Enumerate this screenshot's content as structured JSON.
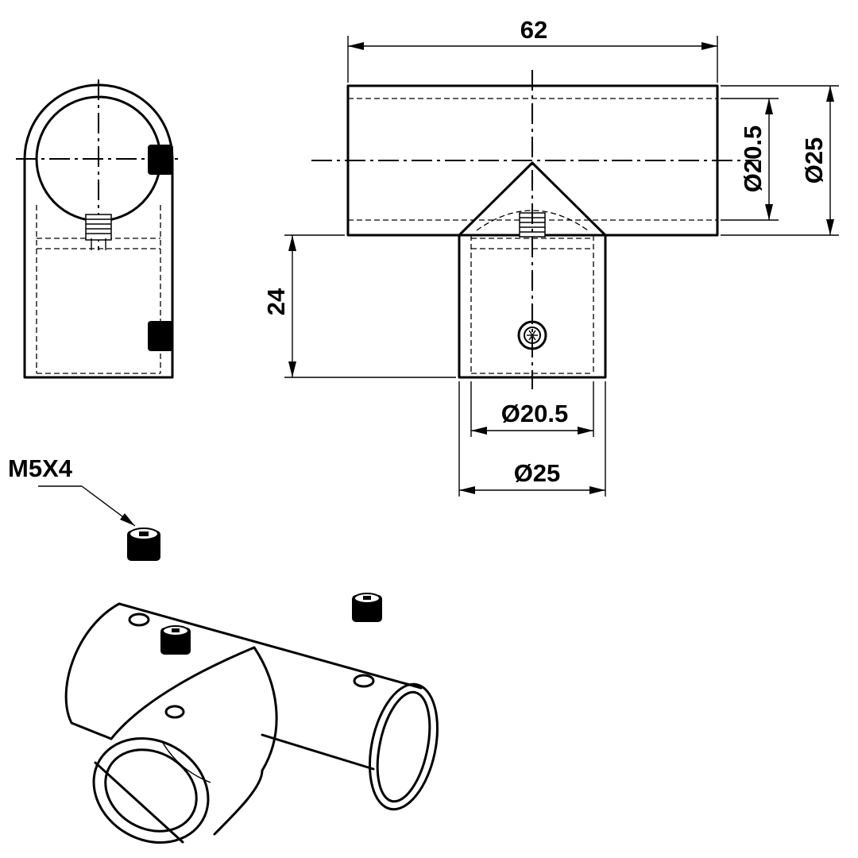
{
  "drawing": {
    "dimensions": {
      "length": "62",
      "branch_height": "24",
      "main_inner_diameter": "Ø20.5",
      "main_outer_diameter": "Ø25",
      "branch_inner_diameter": "Ø20.5",
      "branch_outer_diameter": "Ø25"
    },
    "screw_callout": "M5X4",
    "colors": {
      "line": "#000000",
      "background": "#ffffff"
    }
  }
}
